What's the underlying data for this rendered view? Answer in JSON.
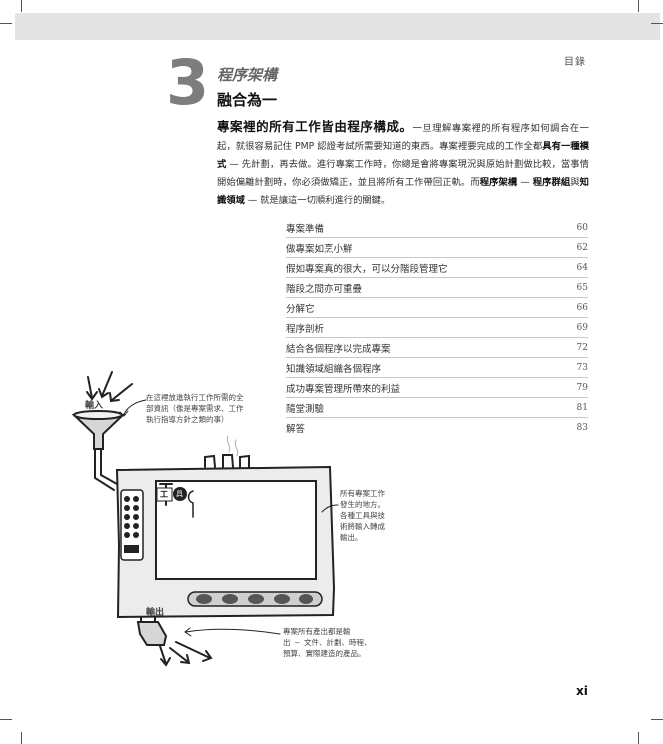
{
  "header": {
    "section": "目錄"
  },
  "chapter": {
    "number": "3",
    "subtitle": "程序架構",
    "title": "融合為一"
  },
  "intro": {
    "lead": "專案裡的所有工作皆由程序構成。",
    "p1": "一旦理解專案裡的所有程序如何調合在一起，就很容易記住 PMP 認證考試所需要知道的東西。專案裡要完成的工作全都",
    "b1": "具有一種模式",
    "p2": " — 先計劃，再去做。進行專案工作時，你總是會將專案現況與原始計劃做比較，當事情開始偏離計劃時，你必須做矯正，並且將所有工作帶回正軌。而",
    "b2": "程序架構",
    "p3": " — ",
    "b3": "程序群組",
    "p4": "與",
    "b4": "知識領域",
    "p5": " — 就是讓這一切順利進行的關鍵。"
  },
  "toc": [
    {
      "title": "專案準備",
      "page": "60"
    },
    {
      "title": "做專案如烹小鮮",
      "page": "62"
    },
    {
      "title": "假如專案真的很大，可以分階段管理它",
      "page": "64"
    },
    {
      "title": "階段之間亦可重疊",
      "page": "65"
    },
    {
      "title": "分解它",
      "page": "66"
    },
    {
      "title": "程序剖析",
      "page": "69"
    },
    {
      "title": "結合各個程序以完成專案",
      "page": "72"
    },
    {
      "title": "知識領域組織各個程序",
      "page": "73"
    },
    {
      "title": "成功專案管理所帶來的利益",
      "page": "79"
    },
    {
      "title": "隨堂測驗",
      "page": "81"
    },
    {
      "title": "解答",
      "page": "83"
    }
  ],
  "illustration": {
    "input_label": "輸入",
    "output_label": "輸出",
    "tools_label_1": "工",
    "tools_label_2": "具",
    "note_input": [
      "在這裡放進執行工作所需的全",
      "部資訊（像是專案需求、工作",
      "執行指導方針之類的事）"
    ],
    "note_process": [
      "所有專案工作",
      "發生的地方。",
      "各種工具與技",
      "術將輸入轉成",
      "輸出。"
    ],
    "note_output": [
      "專案所有產出都是輸",
      "出 — 文件、計劃、時程、",
      "預算、實際建造的產品。"
    ]
  },
  "footer": {
    "page_number": "xi"
  }
}
